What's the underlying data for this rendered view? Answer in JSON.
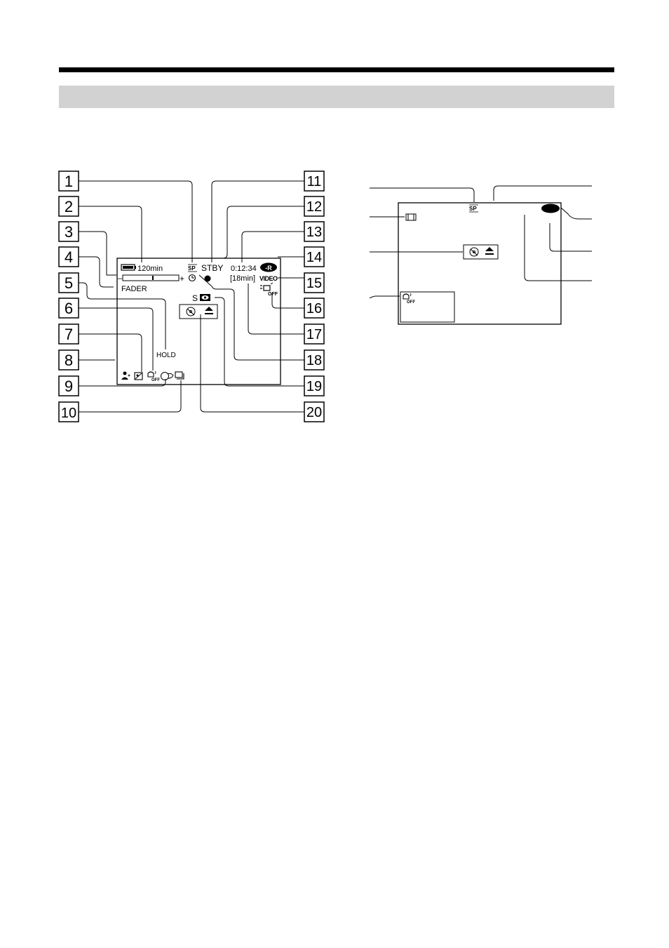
{
  "callouts_left": [
    "1",
    "2",
    "3",
    "4",
    "5",
    "6",
    "7",
    "8",
    "9",
    "10"
  ],
  "callouts_right": [
    "11",
    "12",
    "13",
    "14",
    "15",
    "16",
    "17",
    "18",
    "19",
    "20"
  ],
  "screen_left": {
    "battery_time": "120min",
    "sp_mark": "SP",
    "stby": "STBY",
    "timecode": "0:12:34",
    "disc_type": "-R",
    "fader": "FADER",
    "video": "VIDEO",
    "remaining": "[18min]",
    "hold": "HOLD",
    "off_tag": "OFF",
    "s_mark": "S",
    "minus": "–",
    "plus": "+"
  },
  "screen_right": {
    "sp_mark": "SP",
    "off_tag": "OFF"
  }
}
